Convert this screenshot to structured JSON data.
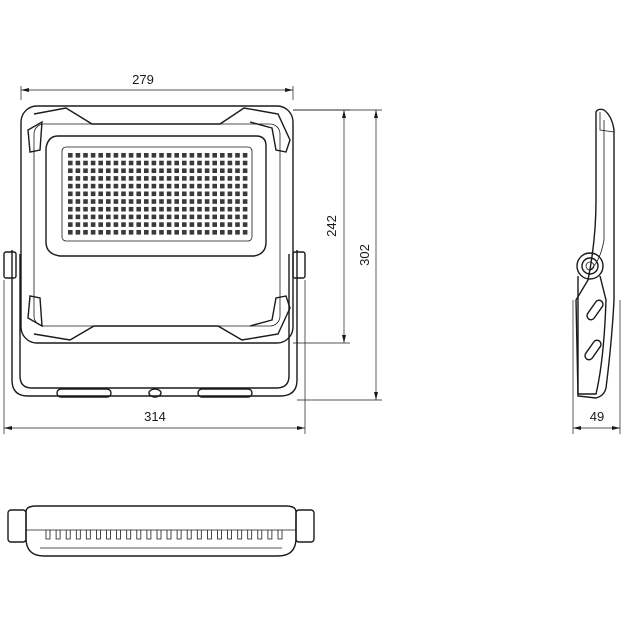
{
  "dimensions": {
    "front_width": "279",
    "front_height_body": "242",
    "front_height_total": "302",
    "bracket_width": "314",
    "side_depth": "49"
  },
  "led_grid": {
    "cols": 24,
    "rows": 11
  }
}
